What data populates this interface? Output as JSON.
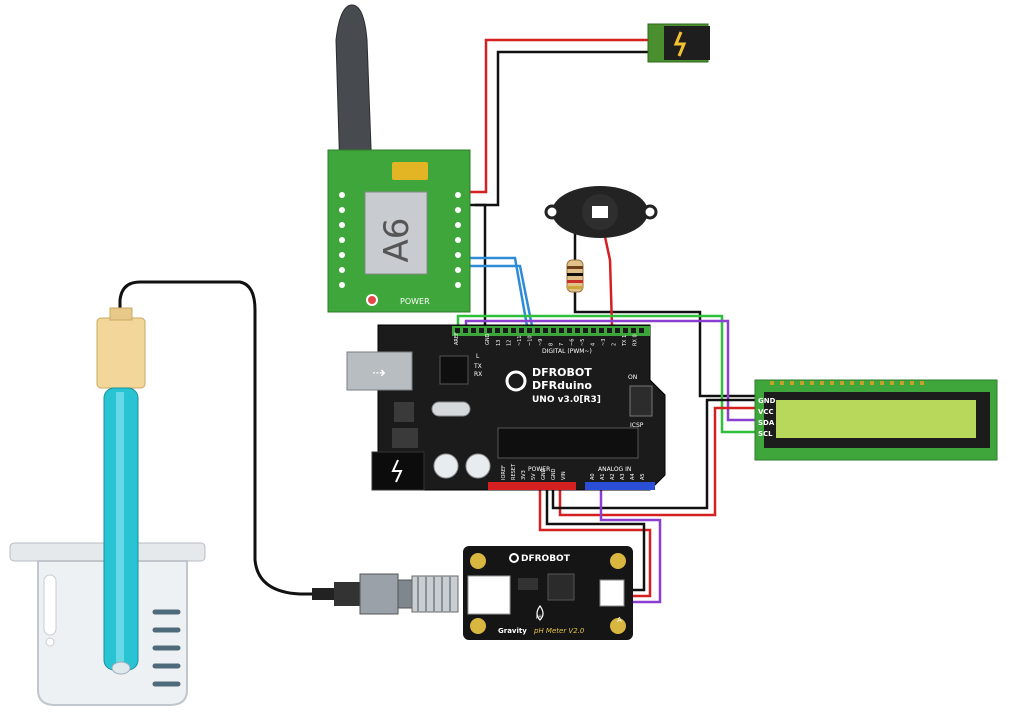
{
  "gsm_module": {
    "chip_text": "A6",
    "power_label": "POWER"
  },
  "arduino": {
    "brand": "DFROBOT",
    "model": "DFRduino",
    "version": "UNO v3.0[R3]",
    "digital_header": "DIGITAL (PWM~)",
    "power_header": "POWER",
    "analog_header": "ANALOG IN",
    "icsp_label": "ICSP",
    "on_label": "ON",
    "aref": "AREF",
    "gnd": "GND",
    "digital_pins": [
      "13",
      "12",
      "~11",
      "~10",
      "~9",
      "8",
      "7",
      "~6",
      "~5",
      "4",
      "~3",
      "2",
      "TX 1",
      "RX 0"
    ],
    "power_pins": [
      "IOREF",
      "RESET",
      "3V3",
      "5V",
      "GND",
      "GND",
      "VIN"
    ],
    "analog_pins": [
      "A0",
      "A1",
      "A2",
      "A3",
      "A4",
      "A5"
    ],
    "led_labels": [
      "L",
      "TX",
      "RX"
    ]
  },
  "lcd": {
    "pins": [
      "GND",
      "VCC",
      "SDA",
      "SCL"
    ]
  },
  "ph_meter": {
    "brand": "DFROBOT",
    "gravity": "Gravity",
    "name": "pH Meter V2.0",
    "connector": "A",
    "icon_text": "pH"
  },
  "colors": {
    "wire_red": "#d42020",
    "wire_black": "#111111",
    "wire_blue": "#2e8bd6",
    "wire_green": "#2fbf3a",
    "wire_purple": "#8a3fd0",
    "pcb_green": "#3ea63a",
    "arduino_black": "#1b1b1b",
    "lcd_green": "#b7d85a",
    "probe_cyan": "#29c4d4"
  }
}
